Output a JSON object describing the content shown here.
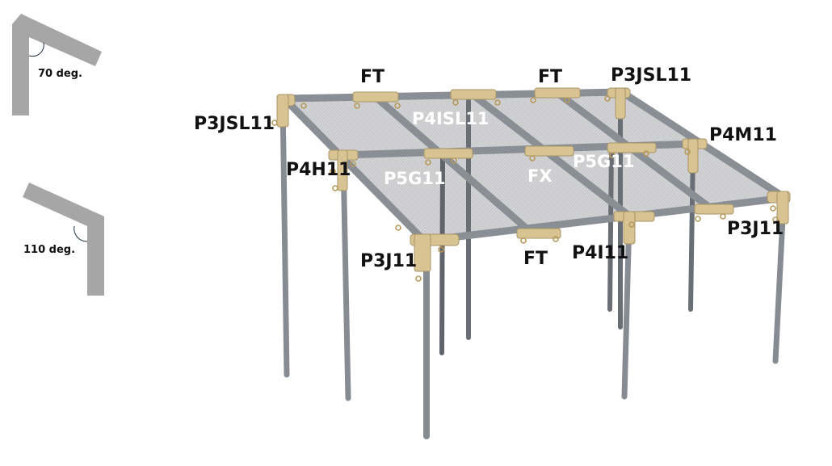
{
  "angle_legend": [
    {
      "label": "70 deg.",
      "angle": 70
    },
    {
      "label": "110 deg.",
      "angle": 110
    }
  ],
  "colors": {
    "pipe": "#8a8f96",
    "pipe_dark": "#5d6168",
    "fitting": "#d8c393",
    "fitting_edge": "#a89467",
    "mesh": "#cfd0d1",
    "legend_bar": "#a6a6a6",
    "label_dark": "#111111",
    "label_light": "#ffffff"
  },
  "part_labels": {
    "ft_back_left": "FT",
    "ft_back_right": "FT",
    "p3jsl11_back_right": "P3JSL11",
    "p3jsl11_left": "P3JSL11",
    "p4isl11": "P4ISL11",
    "p4m11": "P4M11",
    "p4h11": "P4H11",
    "p5g11_left": "P5G11",
    "fx": "FX",
    "p5g11_right": "P5G11",
    "p3j11_right": "P3J11",
    "p3j11_front": "P3J11",
    "ft_front": "FT",
    "p4i11": "P4I11"
  }
}
